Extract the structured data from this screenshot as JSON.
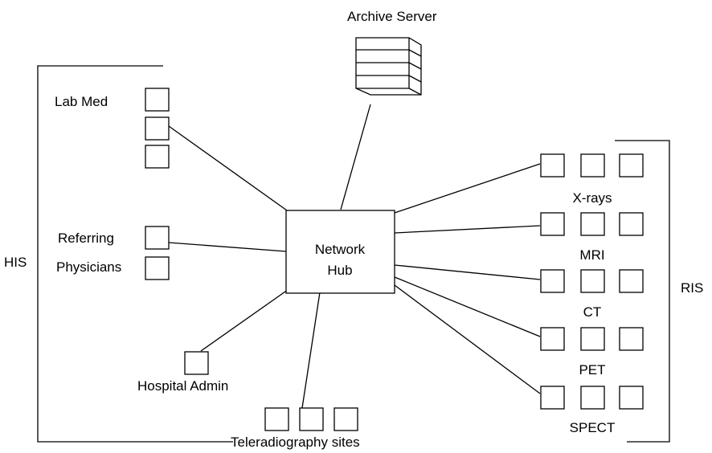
{
  "labels": {
    "archive_server": "Archive Server",
    "network_hub_line1": "Network",
    "network_hub_line2": "Hub",
    "his": "HIS",
    "ris": "RIS",
    "lab_med": "Lab Med",
    "referring": "Referring",
    "physicians": "Physicians",
    "hospital_admin": "Hospital Admin",
    "teleradiography_sites": "Teleradiography sites",
    "xrays": "X-rays",
    "mri": "MRI",
    "ct": "CT",
    "pet": "PET",
    "spect": "SPECT"
  }
}
